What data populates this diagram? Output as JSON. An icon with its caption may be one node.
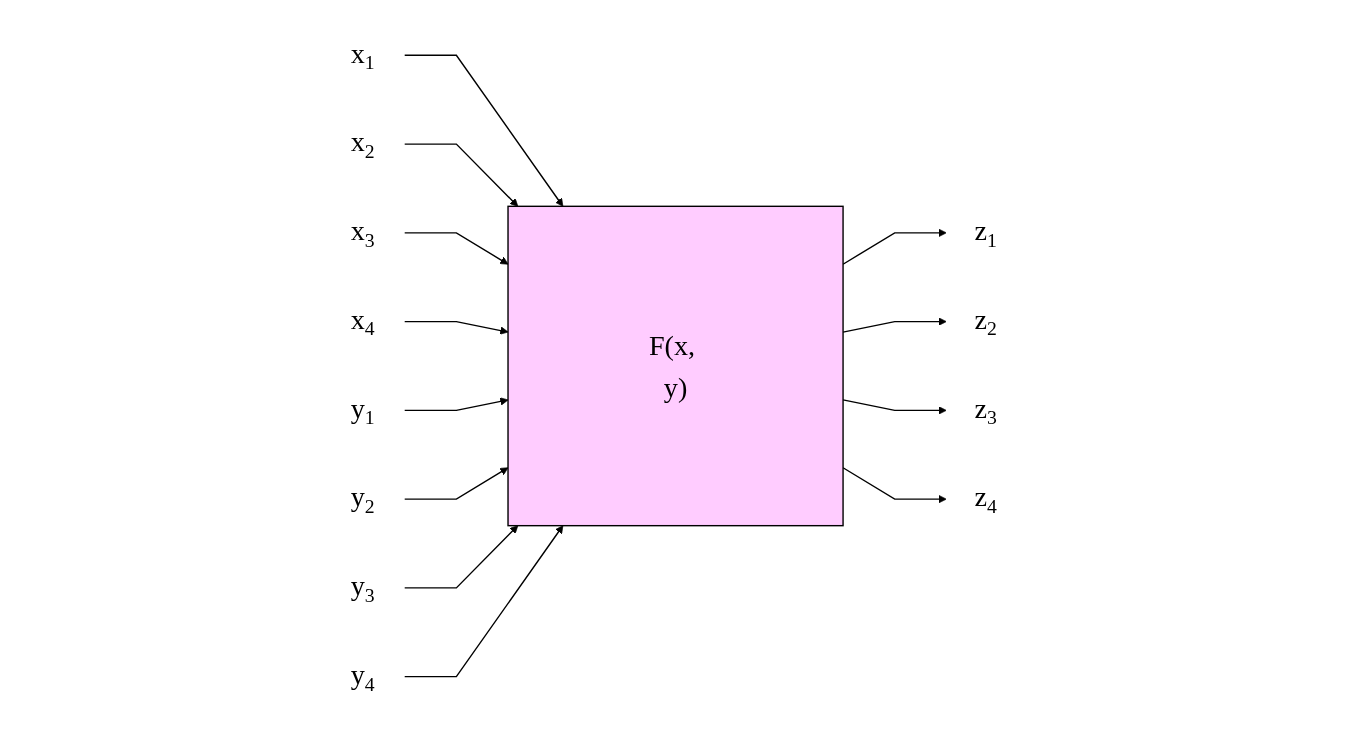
{
  "diagram": {
    "nodes": [
      {
        "text": [
          "x$_{1}$"
        ]
      },
      {
        "text": [
          "x$_{2}$"
        ]
      },
      {
        "text": [
          "x$_{3}$"
        ]
      },
      {
        "text": [
          "x$_{4}$"
        ]
      },
      {
        "text": [
          "F(x, y)"
        ]
      },
      {
        "text": [
          "z$_{1}$"
        ]
      },
      {
        "text": [
          "z$_{2}$"
        ]
      },
      {
        "text": [
          "z$_{3}$"
        ]
      },
      {
        "text": [
          "z$_{4}$"
        ]
      },
      {
        "text": [
          "y$_{1}$"
        ]
      },
      {
        "text": [
          "y$_{2}$"
        ]
      },
      {
        "text": [
          "y$_{3}$"
        ]
      },
      {
        "text": [
          "y$_{4}$"
        ]
      }
    ],
    "edges": [
      {
        "from": 0,
        "to": 4,
        "arrow": "to"
      },
      {
        "from": 1,
        "to": 4,
        "arrow": "to"
      },
      {
        "from": 2,
        "to": 4,
        "arrow": "to"
      },
      {
        "from": 3,
        "to": 4,
        "arrow": "to"
      },
      {
        "from": 9,
        "to": 4,
        "arrow": "to"
      },
      {
        "from": 10,
        "to": 4,
        "arrow": "to"
      },
      {
        "from": 11,
        "to": 4,
        "arrow": "to"
      },
      {
        "from": 12,
        "to": 4,
        "arrow": "to"
      },
      {
        "from": 4,
        "to": 5,
        "arrow": "to"
      },
      {
        "from": 4,
        "to": 6,
        "arrow": "to"
      },
      {
        "from": 4,
        "to": 7,
        "arrow": "to"
      },
      {
        "from": 4,
        "to": 8,
        "arrow": "to"
      }
    ]
  }
}
